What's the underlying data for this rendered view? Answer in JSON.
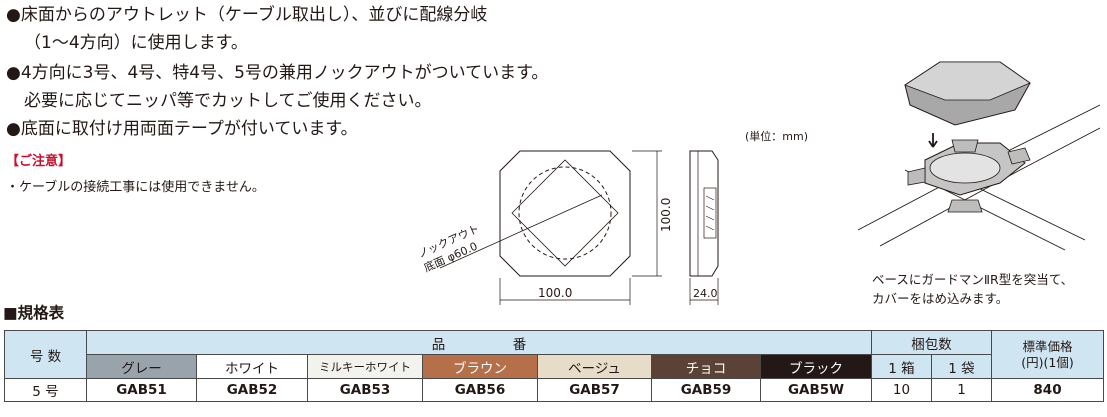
{
  "features": [
    {
      "bullet": "●",
      "line1": "床面からのアウトレット（ケーブル取出し）、並びに配線分岐",
      "line2": "（1～4方向）に使用します。"
    },
    {
      "bullet": "●",
      "line1": "4方向に3号、4号、特4号、5号の兼用ノックアウトがついています。",
      "line2": "必要に応じてニッパ等でカットしてご使用ください。"
    },
    {
      "bullet": "●",
      "line1": "底面に取付け用両面テープが付いています。",
      "line2": ""
    }
  ],
  "caution": {
    "heading": "【ご注意】",
    "text": "・ケーブルの接続工事には使用できません。"
  },
  "drawing": {
    "unit": "(単位：mm)",
    "knockout": "ノックアウト",
    "bottom_dia": "底面 φ60.0",
    "width": "100.0",
    "height": "100.0",
    "depth": "24.0"
  },
  "illustration_caption": [
    "ベースにガードマンⅡR型を突当て、",
    "カバーをはめ込みます。"
  ],
  "spec": {
    "title": "■規格表",
    "col_size": "号 数",
    "col_part": "品　　　　　番",
    "col_pack": "梱包数",
    "col_price": "標準価格",
    "price_unit": "(円)(1個)",
    "pack_box": "1 箱",
    "pack_bag": "1 袋",
    "colors": [
      {
        "name": "グレー",
        "bg": "#98a3ab",
        "fg": "#231815"
      },
      {
        "name": "ホワイト",
        "bg": "#ffffff",
        "fg": "#231815"
      },
      {
        "name": "ミルキーホワイト",
        "bg": "#f3f3ee",
        "fg": "#231815"
      },
      {
        "name": "ブラウン",
        "bg": "#b5704a",
        "fg": "#ffffff"
      },
      {
        "name": "ベージュ",
        "bg": "#e6dcc7",
        "fg": "#231815"
      },
      {
        "name": "チョコ",
        "bg": "#5c4136",
        "fg": "#ffffff"
      },
      {
        "name": "ブラック",
        "bg": "#231815",
        "fg": "#ffffff"
      }
    ],
    "row": {
      "size": "5 号",
      "codes": [
        "GAB51",
        "GAB52",
        "GAB53",
        "GAB56",
        "GAB57",
        "GAB59",
        "GAB5W"
      ],
      "box": "10",
      "bag": "1",
      "price": "840"
    }
  }
}
